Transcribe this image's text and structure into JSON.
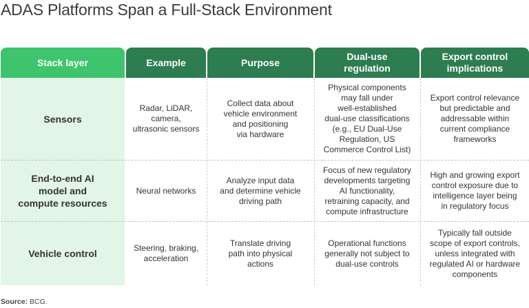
{
  "title": "ADAS Platforms Span a Full-Stack Environment",
  "colors": {
    "header_first": "#3ec46c",
    "header_dark": "#2d7d50",
    "first_column_bg": "#e3f5e6"
  },
  "table": {
    "headers": [
      "Stack layer",
      "Example",
      "Purpose",
      "Dual-use\nregulation",
      "Export control\nimplications"
    ],
    "rows": [
      {
        "stack_layer": "Sensors",
        "example": "Radar, LiDAR,\ncamera,\nultrasonic sensors",
        "purpose": "Collect data about\nvehicle environment\nand positioning\nvia hardware",
        "dual_use": "Physical components\nmay fall under\nwell-established\ndual-use classifications\n(e.g., EU Dual-Use\nRegulation, US\nCommerce Control List)",
        "export": "Export control relevance\nbut predictable and\naddressable within\ncurrent compliance\nframeworks"
      },
      {
        "stack_layer": "End-to-end AI\nmodel and\ncompute resources",
        "example": "Neural networks",
        "purpose": "Analyze input data\nand determine vehicle\ndriving path",
        "dual_use": "Focus of new regulatory\ndevelopments targeting\nAI functionality,\nretraining capacity, and\ncompute infrastructure",
        "export": "High and growing export\ncontrol exposure due to\nintelligence layer being\nin regulatory focus"
      },
      {
        "stack_layer": "Vehicle control",
        "example": "Steering, braking,\nacceleration",
        "purpose": "Translate driving\npath into physical\nactions",
        "dual_use": "Operational functions\ngenerally not subject to\ndual-use controls",
        "export": "Typically fall outside\nscope of export controls,\nunless integrated with\nregulated AI or hardware\ncomponents"
      }
    ]
  },
  "source": {
    "label": "Source:",
    "text": "BCG."
  }
}
